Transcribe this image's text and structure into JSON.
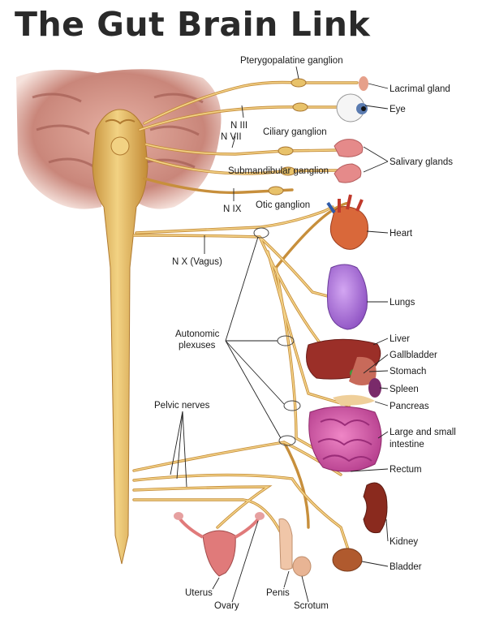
{
  "title": "The Gut Brain Link",
  "colors": {
    "nerve": "#c78f3c",
    "nerve_highlight": "#f4d48a",
    "brain_tissue": "#c9867a",
    "brainstem": "#e2b65c",
    "heart": "#d9683a",
    "lungs": "#a66ad6",
    "liver": "#9b2f28",
    "intestine": "#d24aa0",
    "kidney": "#8a2a1e",
    "bladder": "#b05a2e"
  },
  "labels": {
    "pterygopalatine_ganglion": "Pterygopalatine ganglion",
    "lacrimal_gland": "Lacrimal gland",
    "eye": "Eye",
    "n_iii": "N III",
    "n_vii": "N VII",
    "ciliary_ganglion": "Ciliary ganglion",
    "salivary_glands": "Salivary glands",
    "submandibular_ganglion": "Submandibular ganglion",
    "n_ix": "N IX",
    "otic_ganglion": "Otic ganglion",
    "heart": "Heart",
    "n_x_vagus": "N X (Vagus)",
    "lungs": "Lungs",
    "autonomic": "Autonomic",
    "plexuses": "plexuses",
    "liver": "Liver",
    "gallbladder": "Gallbladder",
    "stomach": "Stomach",
    "spleen": "Spleen",
    "pelvic_nerves": "Pelvic nerves",
    "pancreas": "Pancreas",
    "large_small": "Large and small",
    "intestine": "intestine",
    "rectum": "Rectum",
    "kidney": "Kidney",
    "bladder": "Bladder",
    "uterus": "Uterus",
    "penis": "Penis",
    "ovary": "Ovary",
    "scrotum": "Scrotum"
  }
}
